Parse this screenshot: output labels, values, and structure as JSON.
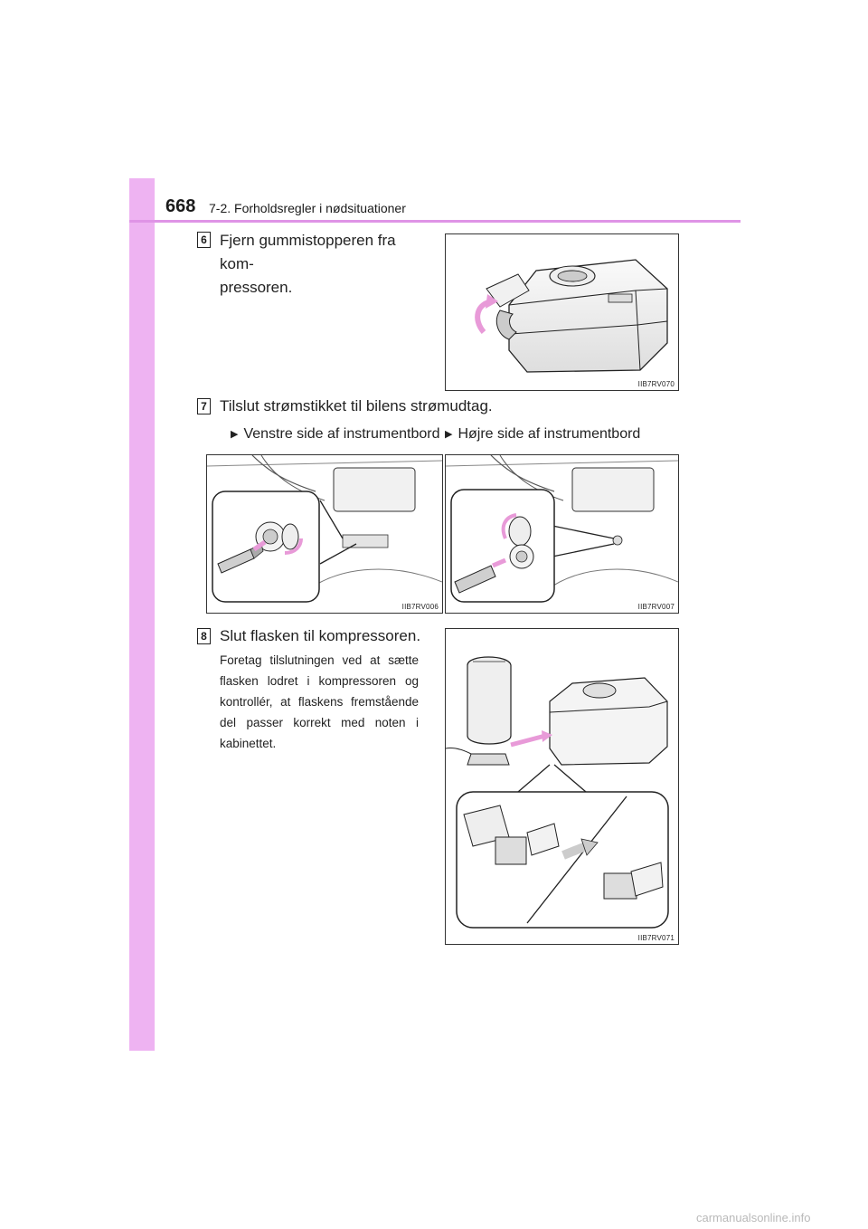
{
  "header": {
    "page_number": "668",
    "section_title": "7-2. Forholdsregler i nødsituationer"
  },
  "steps": [
    {
      "number": "6",
      "text": "Fjern gummistopperen fra kom-\npressoren.",
      "figure_code": "IIB7RV070"
    },
    {
      "number": "7",
      "text": "Tilslut strømstikket til bilens strømudtag.",
      "options": [
        {
          "label": "Venstre side af instrumentbord",
          "figure_code": "IIB7RV006"
        },
        {
          "label": "Højre side af instrumentbord",
          "figure_code": "IIB7RV007"
        }
      ]
    },
    {
      "number": "8",
      "text": "Slut flasken til kompressoren.",
      "note": "Foretag tilslutningen ved at sætte flasken lodret i kompressoren og kontrollér, at flaskens fremstående del passer korrekt med noten i kabinettet.",
      "figure_code": "IIB7RV071"
    }
  ],
  "colors": {
    "accent_sidebar": "#eeb3f2",
    "accent_rule": "#df94e6",
    "arrow_pink": "#e89ad8"
  },
  "watermark": "carmanualsonline.info"
}
